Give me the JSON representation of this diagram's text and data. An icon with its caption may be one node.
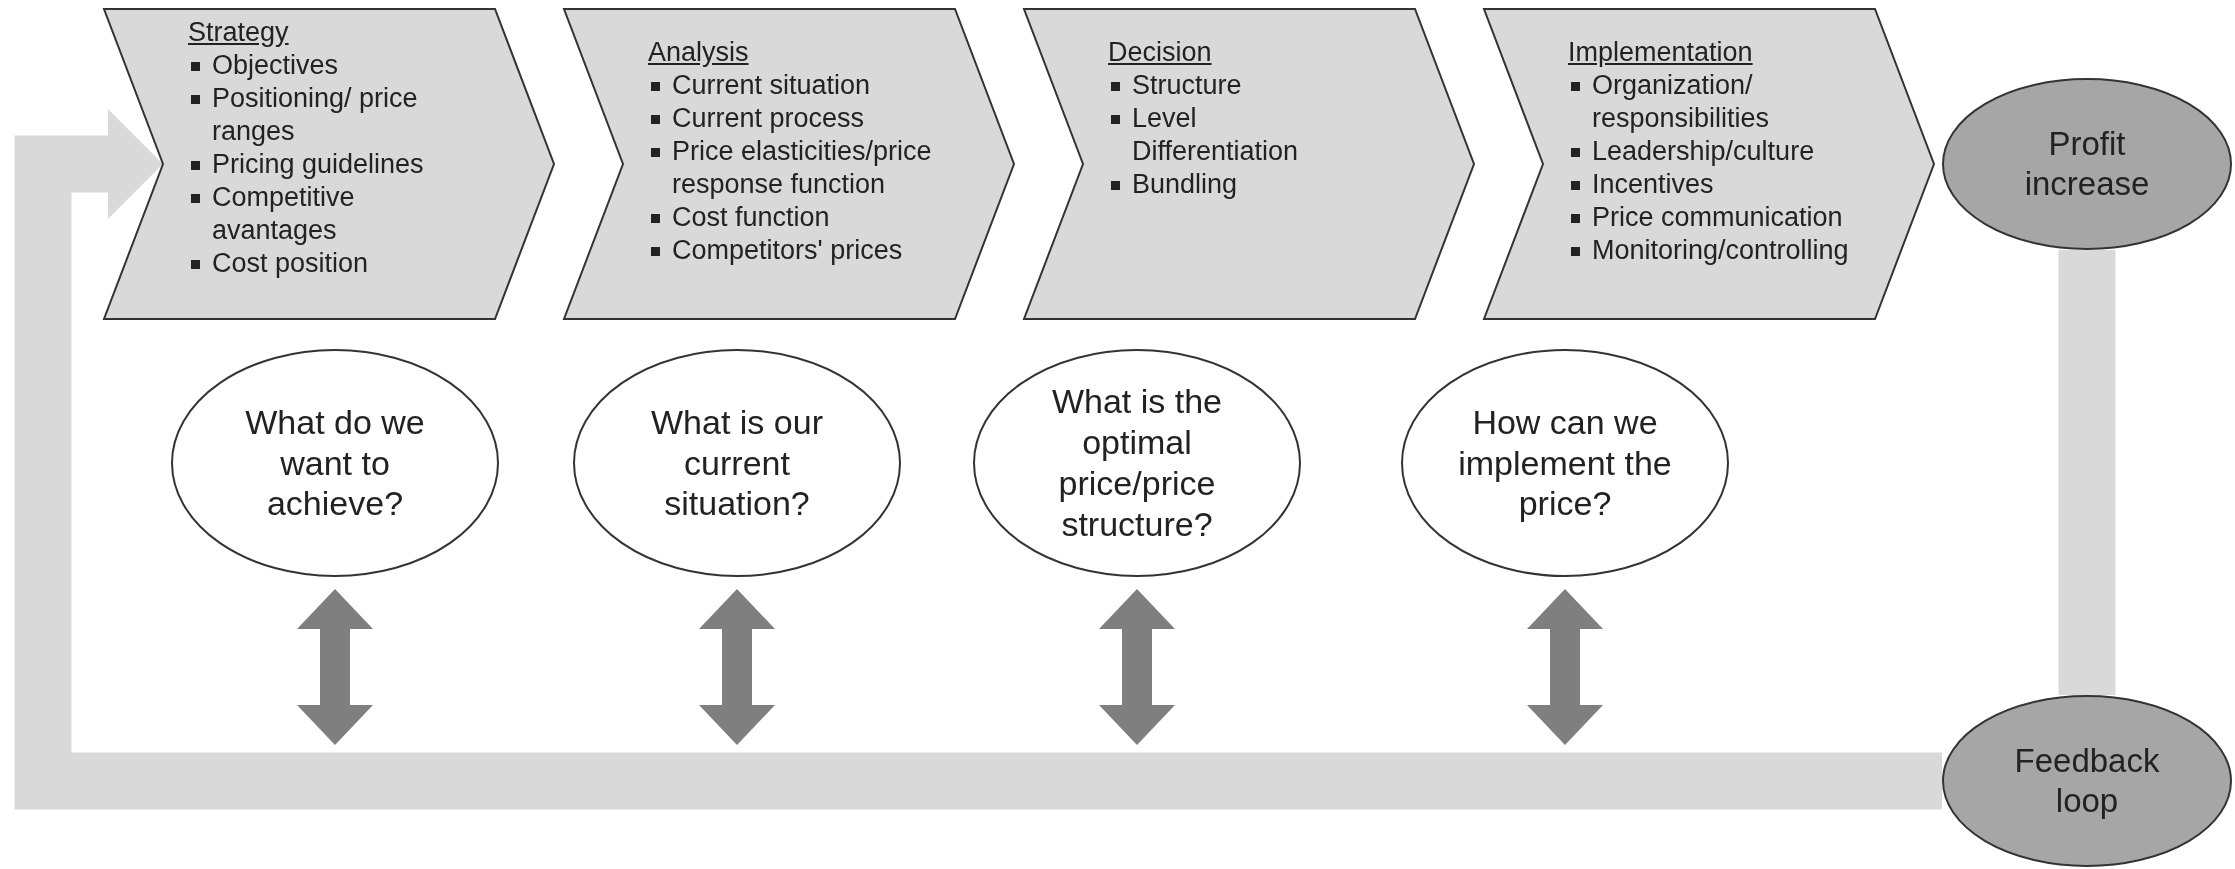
{
  "diagram": {
    "nodes": [
      {
        "text": [
          "Strategy",
          "Objectives",
          "Positioning/ price ranges",
          "Pricing guidelines",
          "Competitive avantages",
          "Cost position"
        ]
      },
      {
        "text": [
          "Analysis",
          "Current situation",
          "Current process",
          "Price elasticities/price response function",
          "Cost function",
          "Competitors' prices"
        ]
      },
      {
        "text": [
          "Decision",
          "Structure",
          "Level Differentiation",
          "Bundling"
        ]
      },
      {
        "text": [
          "Implementation",
          "Organization/ responsibilities",
          "Leadership/culture",
          "Incentives",
          "Price communication",
          "Monitoring/controlling"
        ]
      },
      {
        "text": [
          "Profit increase"
        ]
      },
      {
        "text": [
          "Feedback loop"
        ]
      },
      {
        "text": [
          "What do we want to achieve?"
        ]
      },
      {
        "text": [
          "What is our current situation?"
        ]
      },
      {
        "text": [
          "What is the optimal price/price structure?"
        ]
      },
      {
        "text": [
          "How can we implement the price?"
        ]
      }
    ],
    "edges": [
      {
        "from": 4,
        "to": 5,
        "arrow": "none",
        "style": "thick",
        "color": "#d9d9d9"
      },
      {
        "from": 5,
        "to": 0,
        "arrow": "to",
        "style": "thick",
        "color": "#d9d9d9"
      },
      {
        "from": 6,
        "to": null,
        "arrow": "both"
      },
      {
        "from": 7,
        "to": null,
        "arrow": "both"
      },
      {
        "from": 8,
        "to": null,
        "arrow": "both"
      },
      {
        "from": 9,
        "to": null,
        "arrow": "both"
      }
    ]
  }
}
